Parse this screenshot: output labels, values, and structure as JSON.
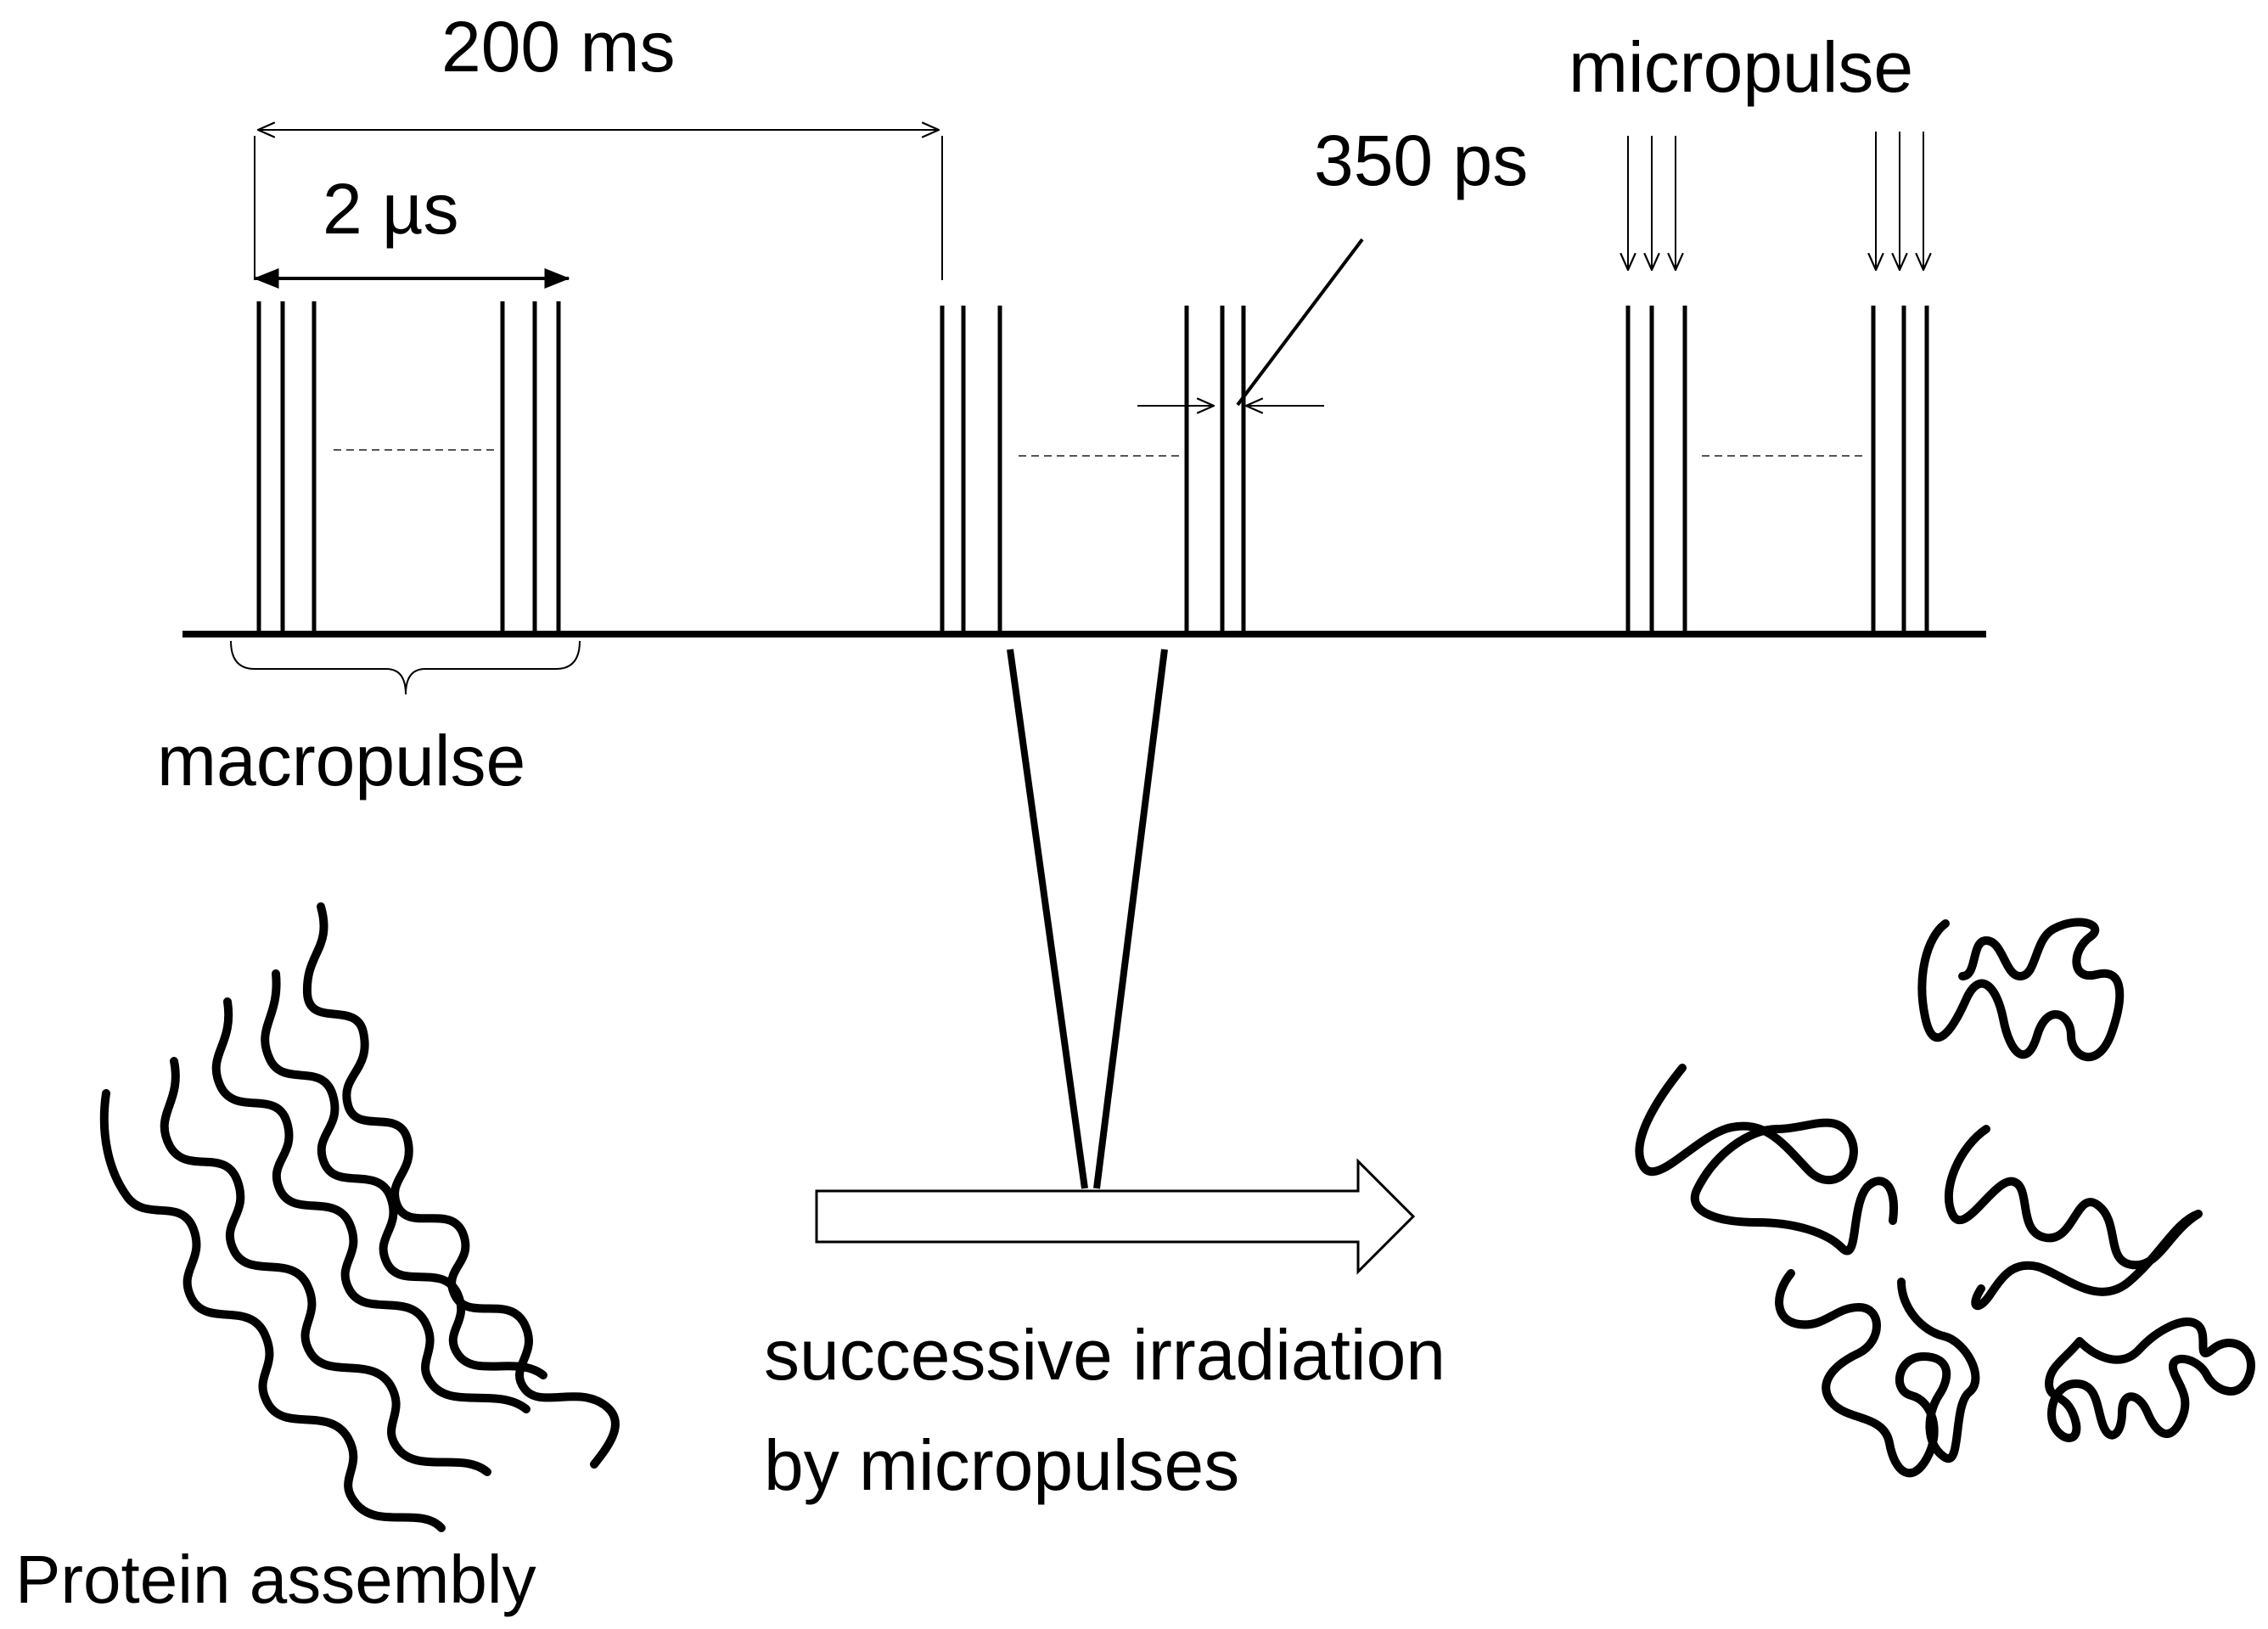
{
  "labels": {
    "period": "200 ms",
    "macropulse_width": "2 µs",
    "micropulse_width": "350 ps",
    "micropulse": "micropulse",
    "macropulse": "macropulse",
    "irradiation_line1": "successive irradiation",
    "irradiation_line2": "by micropulses",
    "protein_assembly": "Protein assembly"
  },
  "colors": {
    "ink": "#000000",
    "background": "#ffffff",
    "dashed": "#555555"
  }
}
